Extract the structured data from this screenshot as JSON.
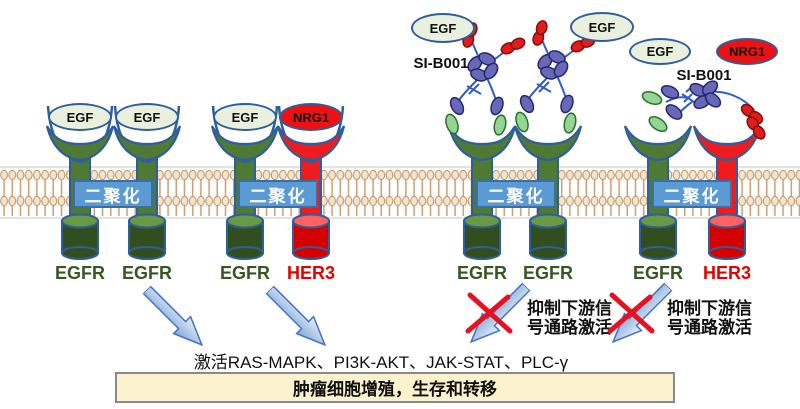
{
  "diagram": {
    "complexes": [
      {
        "dimer_label": "二聚化",
        "ligands": [
          {
            "label": "EGF"
          },
          {
            "label": "EGF"
          }
        ],
        "receptors": [
          {
            "label": "EGFR"
          },
          {
            "label": "EGFR"
          }
        ]
      },
      {
        "dimer_label": "二聚化",
        "ligands": [
          {
            "label": "EGF"
          },
          {
            "label": "NRG1"
          }
        ],
        "receptors": [
          {
            "label": "EGFR"
          },
          {
            "label": "HER3"
          }
        ]
      },
      {
        "dimer_label": "二聚化",
        "antibody_label": "SI-B001",
        "floating_ligands": [
          {
            "label": "EGF"
          },
          {
            "label": "EGF"
          }
        ],
        "receptors": [
          {
            "label": "EGFR"
          },
          {
            "label": "EGFR"
          }
        ],
        "inhibition": {
          "line1": "抑制下游信",
          "line2": "号通路激活"
        }
      },
      {
        "dimer_label": "二聚化",
        "antibody_label": "SI-B001",
        "floating_ligands": [
          {
            "label": "EGF"
          },
          {
            "label": "NRG1"
          }
        ],
        "receptors": [
          {
            "label": "EGFR"
          },
          {
            "label": "HER3"
          }
        ],
        "inhibition": {
          "line1": "抑制下游信",
          "line2": "号通路激活"
        }
      }
    ],
    "downstream": {
      "activation_text": "激活RAS-MAPK、PI3K-AKT、JAK-STAT、PLC-γ",
      "outcome_text": "肿瘤细胞增殖，生存和转移"
    },
    "colors": {
      "egfr_green": "#4e7a33",
      "egfr_dark_green": "#314f1e",
      "her3_red": "#ee1c1c",
      "ligand_egf_fill": "#e9f1de",
      "ligand_nrg1_fill": "#ee1111",
      "receptor_outline_blue": "#2e5e9e",
      "dimer_box_blue": "#5b9bd5",
      "arrow_blue": "#4472c4",
      "cross_red": "#e81123",
      "membrane_head_tan": "#f6e4ca",
      "outcome_box_bg": "#fdf2cf"
    }
  }
}
